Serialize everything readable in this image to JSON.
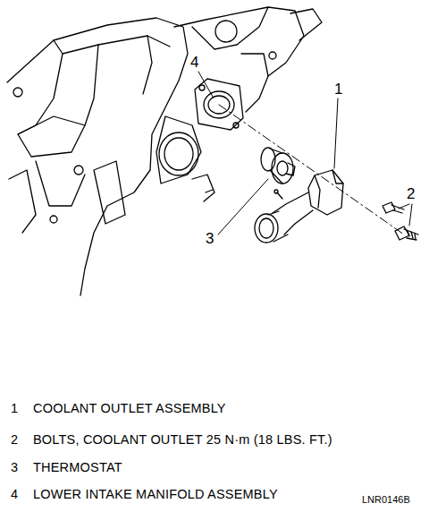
{
  "diagram": {
    "labels": [
      "4",
      "1",
      "2",
      "3",
      "1",
      "COOLANT OUTLET ASSEMBLY",
      "2",
      "BOLTS, COOLANT OUTLET 25 N·m (18 LBS. FT.)",
      "3",
      "THERMOSTAT",
      "4",
      "LOWER INTAKE MANIFOLD ASSEMBLY",
      "LNR0146B"
    ]
  }
}
